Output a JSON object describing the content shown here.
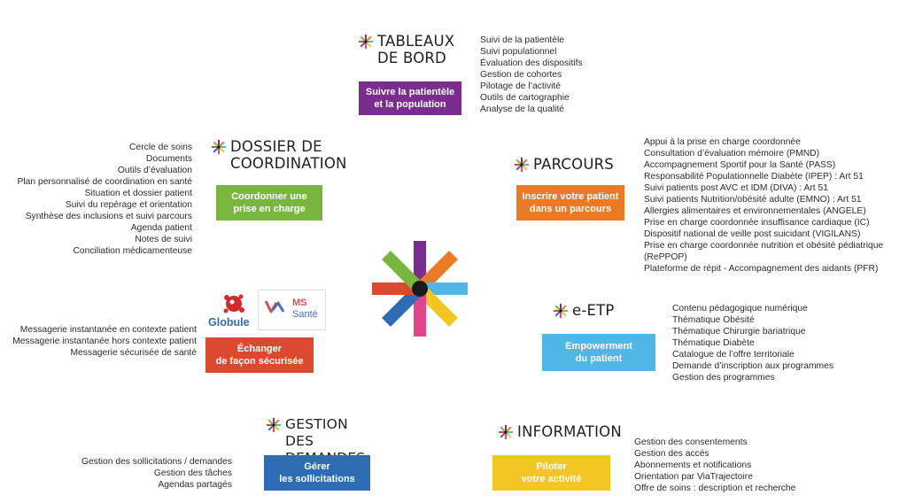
{
  "colors": {
    "purple": "#7b2d8e",
    "green": "#79b640",
    "orange": "#ea7a24",
    "cyan": "#4fb6e6",
    "red": "#d94a2e",
    "blue": "#2e6db4",
    "yellow": "#f3c623",
    "pink": "#e2458b",
    "black": "#1a1a1a"
  },
  "tableaux": {
    "title": "TABLEAUX\nDE BORD",
    "badge": "Suivre la patientèle\net la population",
    "items": [
      "Suivi de la patientèle",
      "Suivi populationnel",
      "Évaluation des dispositifs",
      "Gestion de cohortes",
      "Pilotage de l’activité",
      "Outils de cartographie",
      "Analyse de la qualité"
    ]
  },
  "dossier": {
    "title": "DOSSIER DE\nCOORDINATION",
    "badge": "Coordonner une\nprise en charge",
    "items": [
      "Cercle de soins",
      "Documents",
      "Outils d’évaluation",
      "Plan personnalisé de coordination en santé",
      "Situation et dossier patient",
      "Suivi du repérage et orientation",
      "Synthèse des inclusions et suivi parcours",
      "Agenda patient",
      "Notes de suivi",
      "Conciliation médicamenteuse"
    ]
  },
  "parcours": {
    "title": "PARCOURS",
    "badge": "Inscrire votre patient\ndans un parcours",
    "items": [
      "Appui à la prise en charge coordonnée",
      "Consultation d’évaluation mémoire (PMND)",
      "Accompagnement Sportif pour la Santé (PASS)",
      "Responsabilité Populationnelle Diabète (IPEP) : Art 51",
      "Suivi patients post AVC et IDM (DIVA) : Art 51",
      "Suivi patients Nutrition/obésité adulte (EMNO) : Art 51",
      "Allergies alimentaires et environnementales (ANGELE)",
      "Prise en charge coordonnée insuffisance cardiaque (IC)",
      "Dispositif national de veille post suicidant (VIGILANS)",
      "Prise en charge coordonnée nutrition et obésité pédiatrique",
      "(RePPOP)",
      "Plateforme de répit - Accompagnement des aidants (PFR)"
    ]
  },
  "echanger": {
    "logo_globule": "Globule",
    "logo_ms": "MS",
    "logo_sante": "Santé",
    "badge": "Échanger\nde façon sécurisée",
    "items": [
      "Messagerie instantanée en contexte patient",
      "Messagerie instantanée hors contexte patient",
      "Messagerie sécurisée de santé"
    ]
  },
  "etp": {
    "title": "e-ETP",
    "badge": "Empowerment\ndu patient",
    "items": [
      "Contenu pédagogique numérique",
      "Thématique Obésité",
      "Thématique Chirurgie bariatrique",
      "Thématique Diabète",
      "Catalogue de l’offre territoriale",
      "Demande d’inscription aux programmes",
      "Gestion des programmes"
    ]
  },
  "gestion": {
    "title": "GESTION DES\nDEMANDES",
    "badge": "Gérer\nles sollicitations",
    "items": [
      "Gestion des sollicitations / demandes",
      "Gestion des tâches",
      "Agendas partagés"
    ]
  },
  "information": {
    "title": "INFORMATION",
    "badge": "Piloter\nvotre activité",
    "items": [
      "Gestion des consentements",
      "Gestion des accès",
      "Abonnements et notifications",
      "Orientation par ViaTrajectoire",
      "Offre de soins : description et recherche"
    ]
  },
  "icons": {
    "center": "asterisk-logo-icon",
    "mini": "mini-asterisk-icon",
    "globule": "globule-logo-icon",
    "mssante": "mssante-logo-icon"
  }
}
